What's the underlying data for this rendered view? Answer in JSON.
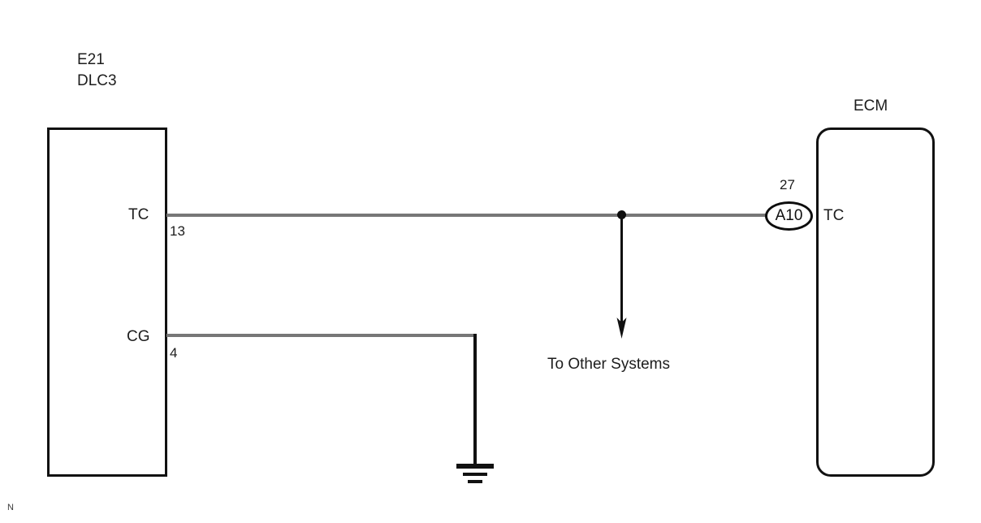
{
  "diagram": {
    "title": "DLC3 to ECM TC terminal wiring diagram",
    "corner_mark": "N",
    "colors": {
      "wire": "#777777",
      "outline": "#111111",
      "text": "#1d1d1d"
    }
  },
  "dlc3": {
    "connector_id": "E21",
    "name": "DLC3",
    "terminals": [
      {
        "label": "TC",
        "pin": "13"
      },
      {
        "label": "CG",
        "pin": "4"
      }
    ]
  },
  "ecm": {
    "name": "ECM",
    "connector": "A10",
    "pin": "27",
    "terminal": "TC"
  },
  "branch": {
    "label": "To Other Systems"
  },
  "ground": {
    "name": "chassis-ground"
  }
}
